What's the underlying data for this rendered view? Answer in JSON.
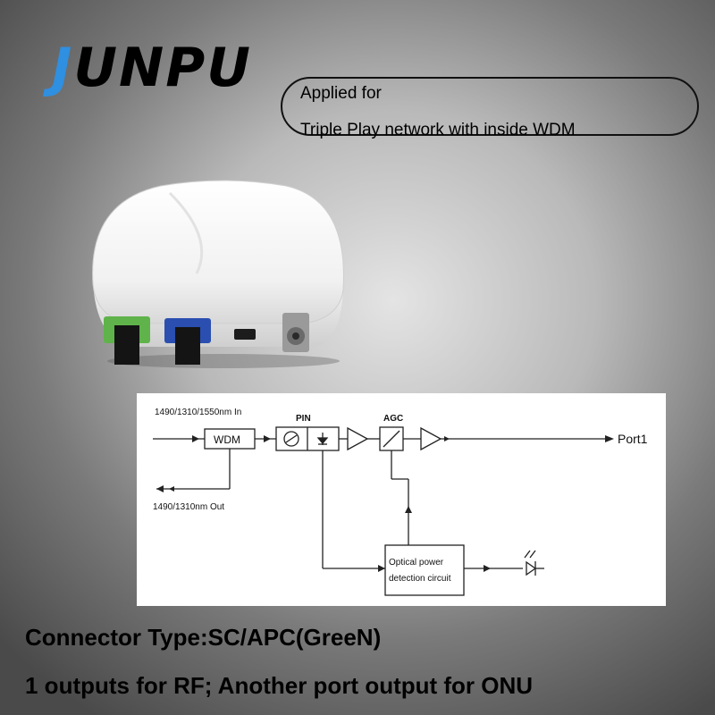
{
  "brand": {
    "first_letter": "J",
    "rest": "UNPU"
  },
  "applied": {
    "line1": "Applied for",
    "line2": "Triple Play network with inside WDM"
  },
  "diagram": {
    "input_label": "1490/1310/1550nm In",
    "wdm_label": "WDM",
    "pin_label": "PIN",
    "agc_label": "AGC",
    "port_label": "Port1",
    "output_label": "1490/1310nm Out",
    "detect_line1": "Optical power",
    "detect_line2": "detection circuit"
  },
  "specs": {
    "connector": "Connector Type:SC/APC(GreeN)",
    "outputs": "1 outputs for RF; Another port output for ONU"
  },
  "colors": {
    "brand_blue": "#2f8fe0",
    "connector_green": "#5fb34a",
    "connector_blue": "#2a4fb0"
  }
}
